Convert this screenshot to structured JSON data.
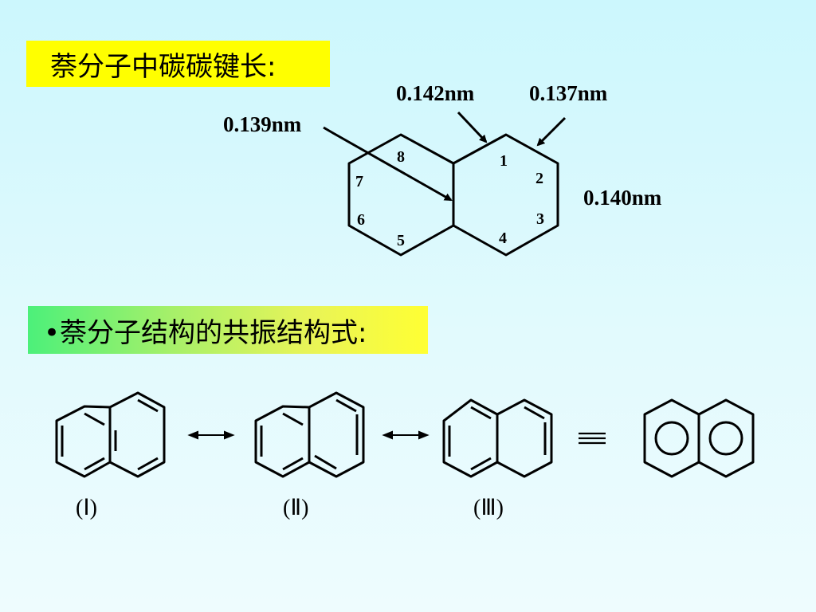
{
  "heading1": "萘分子中碳碳键长:",
  "heading2": "•萘分子结构的共振结构式:",
  "bond_lengths": {
    "c1_c2": "0.137nm",
    "c1_c9": "0.142nm",
    "c9_c10": "0.139nm",
    "c2_c3": "0.140nm"
  },
  "atom_numbers": [
    "1",
    "2",
    "3",
    "4",
    "5",
    "6",
    "7",
    "8"
  ],
  "resonance_labels": [
    "(Ⅰ)",
    "(Ⅱ)",
    "(Ⅲ)"
  ],
  "equivalence_symbol": "≡"
}
